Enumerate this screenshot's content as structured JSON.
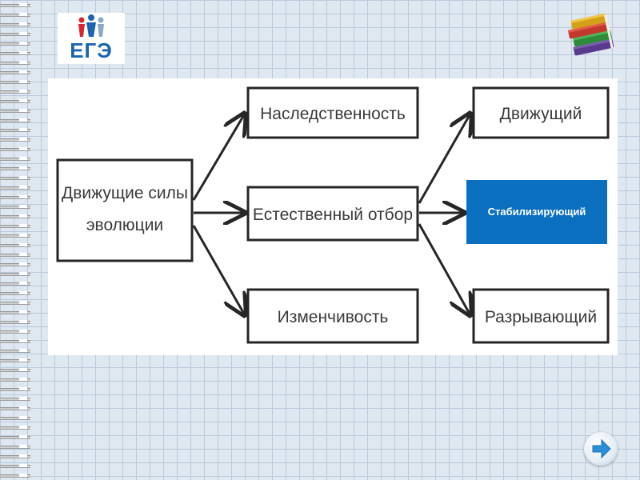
{
  "logo": {
    "text": "ЕГЭ"
  },
  "diagram": {
    "root": "Движущие силы эволюции",
    "root_lines": [
      "Движущие силы",
      "эволюции"
    ],
    "factors": [
      "Наследственность",
      "Естественный отбор",
      "Изменчивость"
    ],
    "selection_forms": [
      "Движущий",
      "Стабилизирующий",
      "Разрывающий"
    ]
  },
  "highlight": {
    "text": "Стабилизирующий"
  },
  "icons": {
    "books": "books-icon",
    "next": "arrow-right-icon"
  },
  "colors": {
    "highlight": "#0b6fc0",
    "logo_blue": "#1a64b2",
    "logo_red": "#d9262c"
  }
}
